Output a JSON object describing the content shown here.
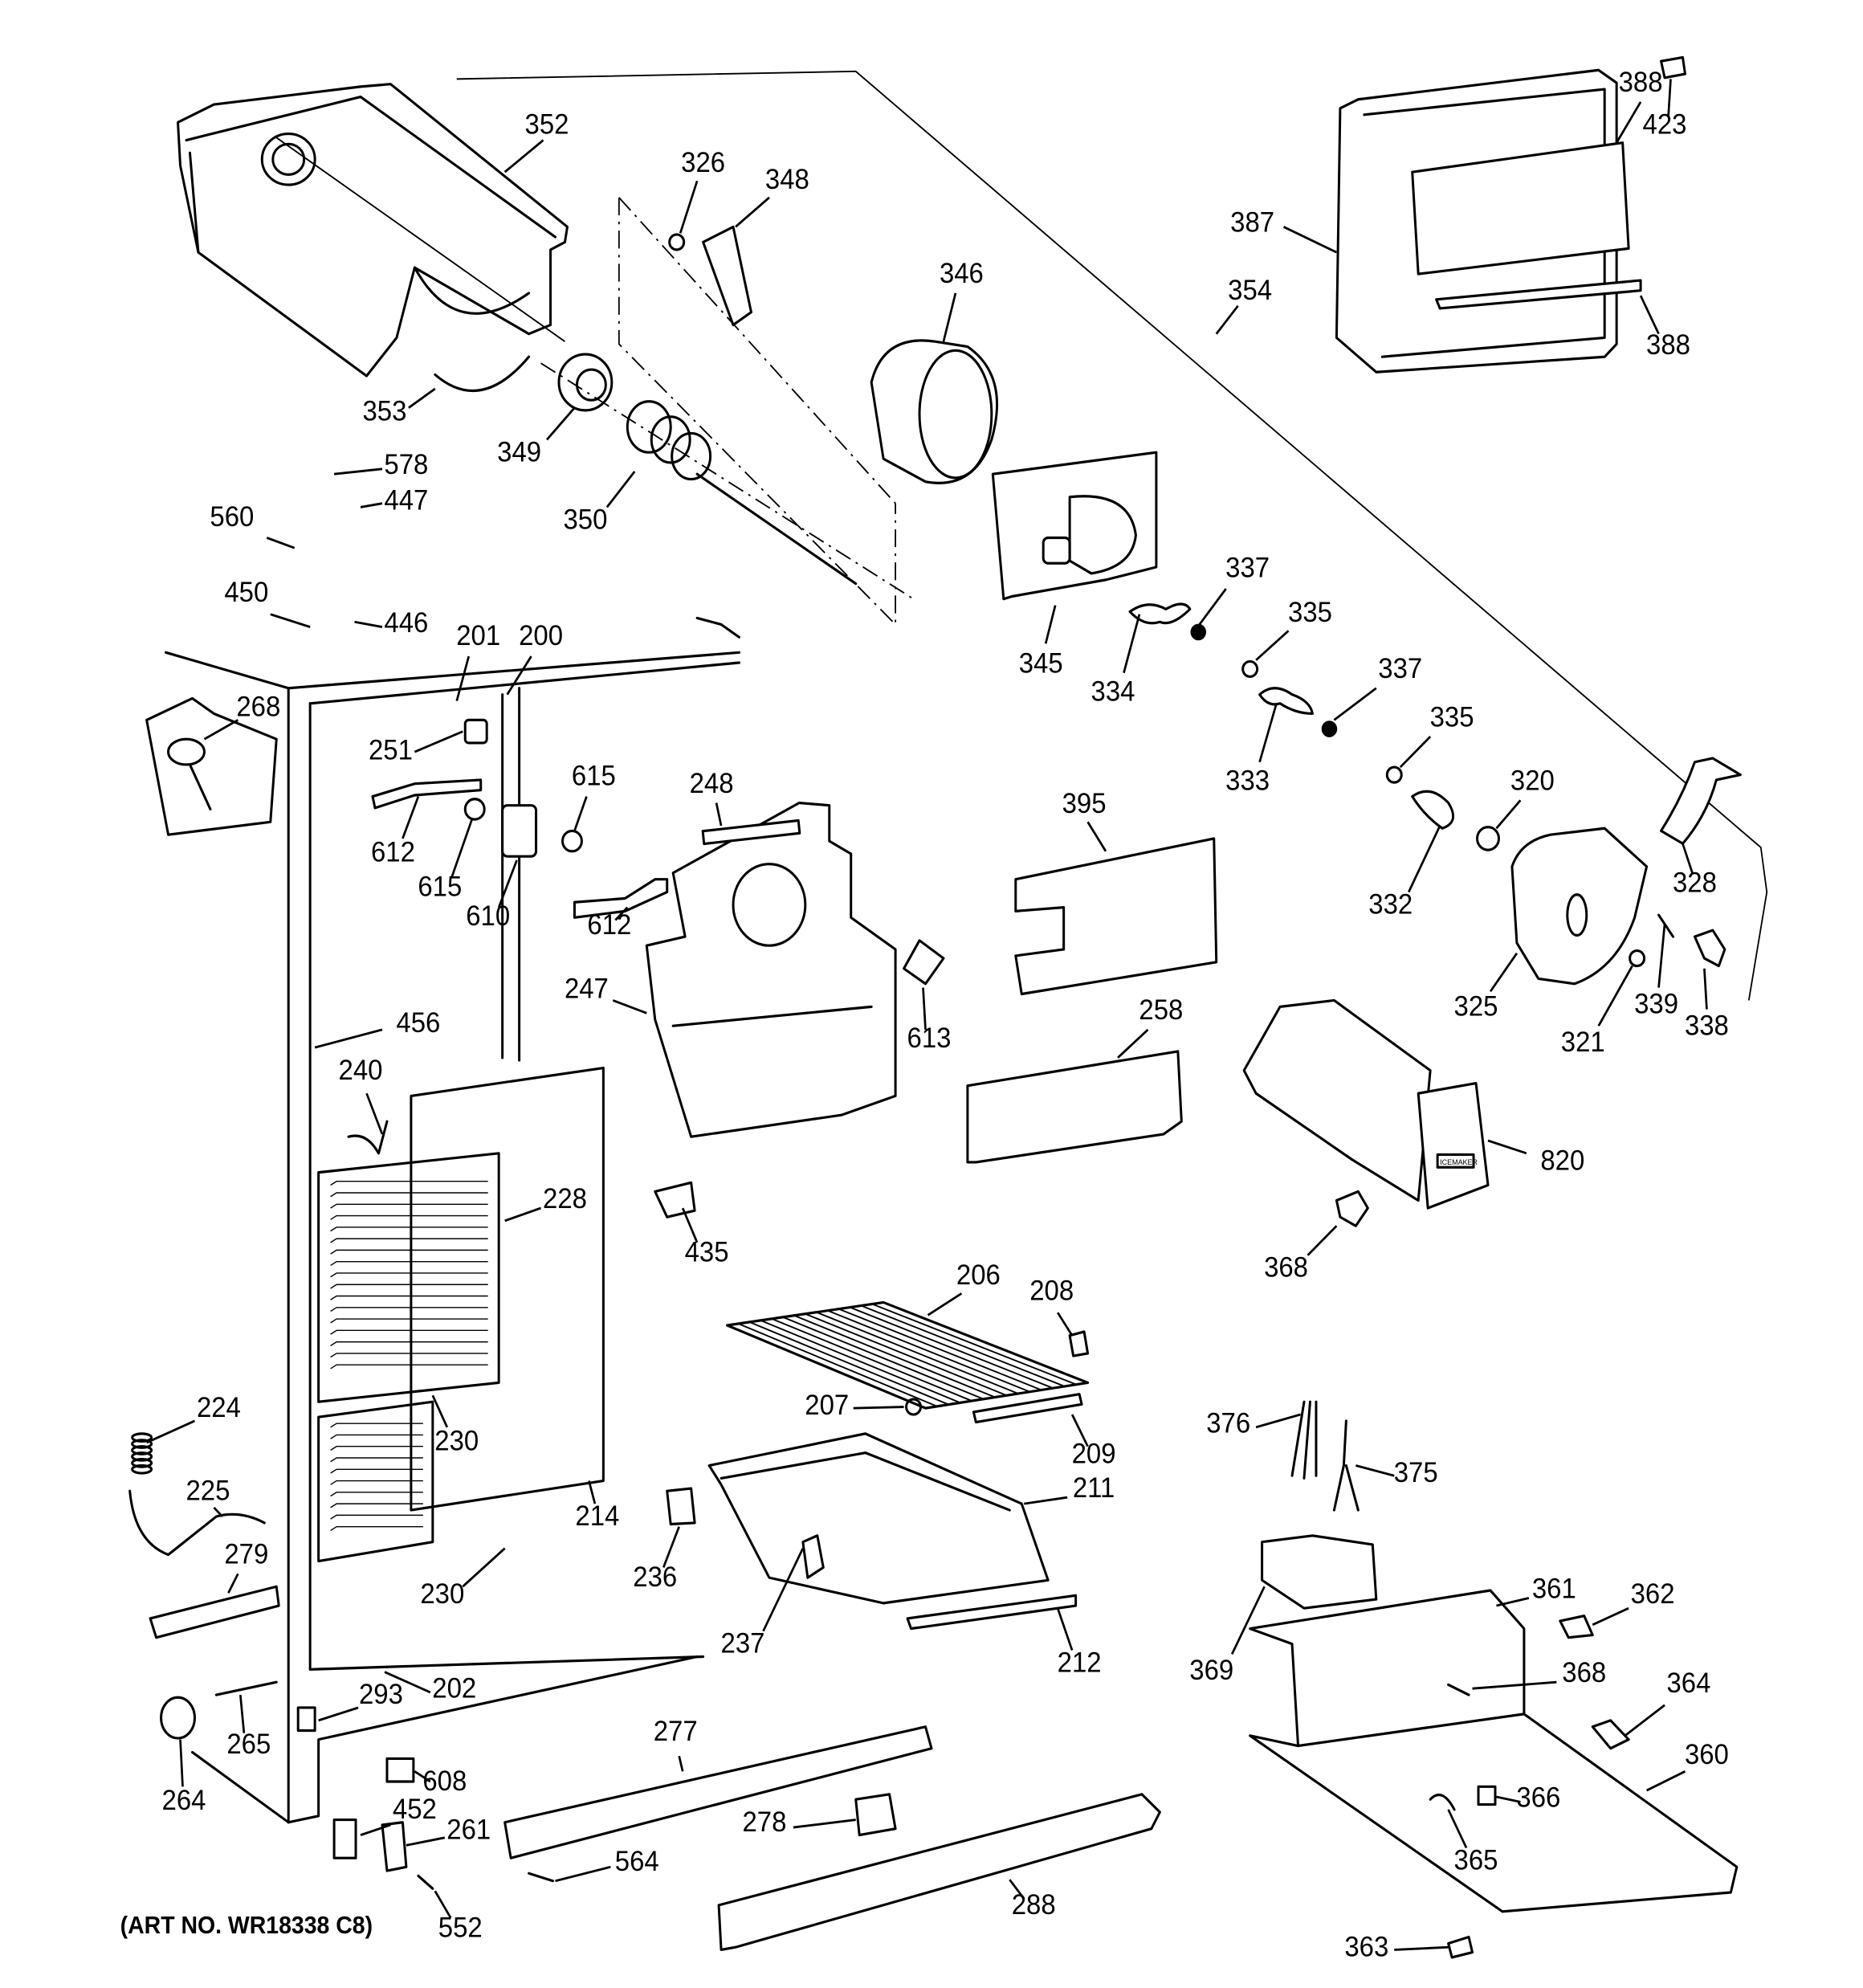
{
  "diagram": {
    "title": "Refrigerator freezer section exploded parts diagram",
    "art_number": "(ART NO. WR18338 C8)",
    "ice_maker_label_text": "ICEMAKER",
    "part_numbers": [
      "352",
      "326",
      "348",
      "346",
      "388",
      "423",
      "387",
      "354",
      "388",
      "353",
      "349",
      "350",
      "578",
      "447",
      "560",
      "450",
      "446",
      "345",
      "337",
      "334",
      "335",
      "337",
      "333",
      "335",
      "320",
      "328",
      "332",
      "325",
      "321",
      "339",
      "338",
      "201",
      "200",
      "268",
      "251",
      "612",
      "615",
      "615",
      "610",
      "612",
      "248",
      "395",
      "247",
      "613",
      "258",
      "820",
      "456",
      "240",
      "228",
      "435",
      "368",
      "206",
      "208",
      "207",
      "209",
      "376",
      "375",
      "224",
      "230",
      "225",
      "211",
      "279",
      "214",
      "236",
      "230",
      "361",
      "362",
      "369",
      "237",
      "212",
      "368",
      "364",
      "202",
      "293",
      "265",
      "277",
      "360",
      "264",
      "608",
      "452",
      "261",
      "278",
      "366",
      "564",
      "365",
      "288",
      "552",
      "363"
    ]
  }
}
